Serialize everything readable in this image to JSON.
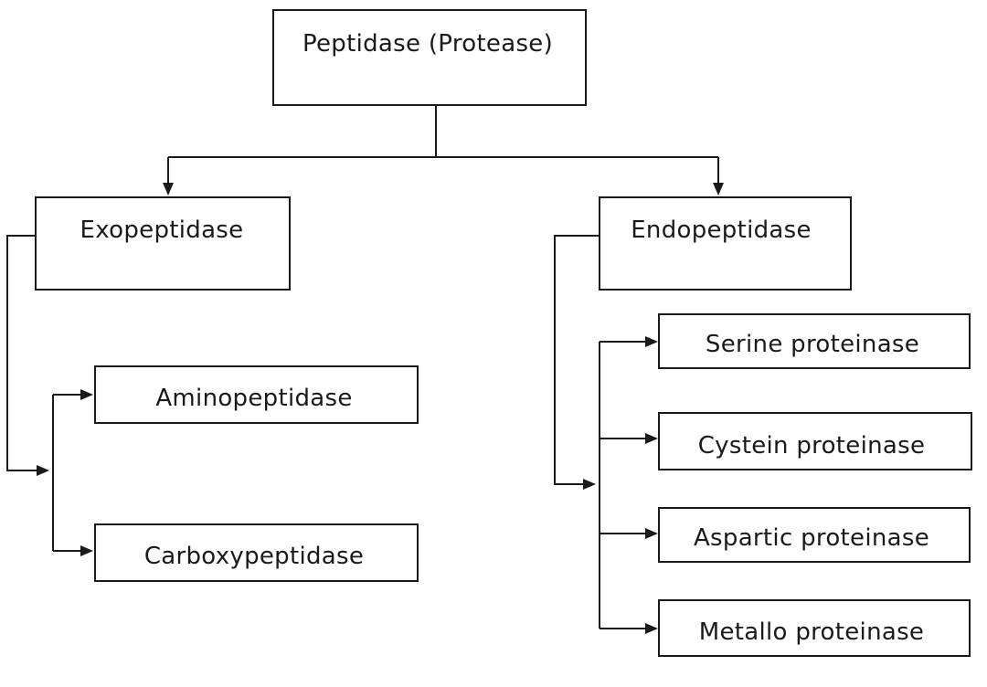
{
  "nodes": {
    "root": "Peptidase (Protease)",
    "exo": "Exopeptidase",
    "endo": "Endopeptidase",
    "amino": "Aminopeptidase",
    "carboxy": "Carboxypeptidase",
    "serine": "Serine proteinase",
    "cystein": "Cystein proteinase",
    "aspartic": "Aspartic proteinase",
    "metallo": "Metallo proteinase"
  }
}
